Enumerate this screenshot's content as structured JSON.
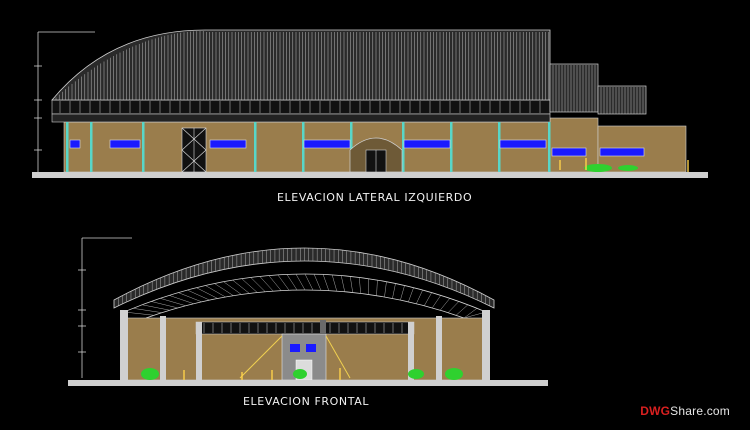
{
  "drawing": {
    "background_color": "#000000",
    "line_color": "#d0d0d0",
    "roof_color": "#b8b8b8",
    "wall_color": "#9a7d4c",
    "window_color": "#1a1aff",
    "ground_color": "#cfcfcf",
    "column_color": "#58d6c8",
    "foliage_color": "#2fd12f",
    "elevations": [
      {
        "id": "lateral",
        "title": "ELEVACION  LATERAL IZQUIERDO"
      },
      {
        "id": "frontal",
        "title": "ELEVACION FRONTAL"
      }
    ]
  },
  "watermark": {
    "brand_part1": "DWG",
    "brand_part2": "Share.com",
    "brand_color": "#d92020"
  }
}
